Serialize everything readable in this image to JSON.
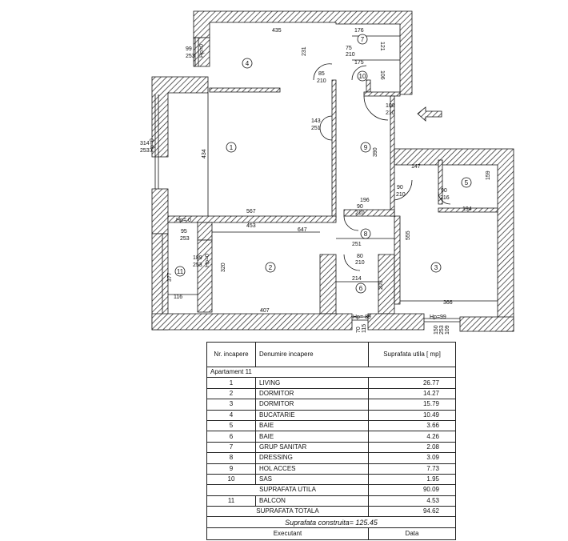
{
  "plan": {
    "rooms": [
      {
        "no": "1"
      },
      {
        "no": "2"
      },
      {
        "no": "3"
      },
      {
        "no": "4"
      },
      {
        "no": "5"
      },
      {
        "no": "6"
      },
      {
        "no": "7"
      },
      {
        "no": "8"
      },
      {
        "no": "9"
      },
      {
        "no": "10"
      },
      {
        "no": "11"
      }
    ],
    "dims": [
      {
        "t": "435"
      },
      {
        "t": "176"
      },
      {
        "t": "121"
      },
      {
        "t": "175"
      },
      {
        "t": "75"
      },
      {
        "t": "210"
      },
      {
        "t": "99"
      },
      {
        "t": "253"
      },
      {
        "t": "Hp=0"
      },
      {
        "t": "231"
      },
      {
        "t": "85"
      },
      {
        "t": "210"
      },
      {
        "t": "106"
      },
      {
        "t": "100"
      },
      {
        "t": "210"
      },
      {
        "t": "143"
      },
      {
        "t": "251"
      },
      {
        "t": "314"
      },
      {
        "t": "253"
      },
      {
        "t": "Hp=0"
      },
      {
        "t": "434"
      },
      {
        "t": "390"
      },
      {
        "t": "147"
      },
      {
        "t": "159"
      },
      {
        "t": "90"
      },
      {
        "t": "210"
      },
      {
        "t": "90"
      },
      {
        "t": "216"
      },
      {
        "t": "196"
      },
      {
        "t": "90"
      },
      {
        "t": "210"
      },
      {
        "t": "194"
      },
      {
        "t": "567"
      },
      {
        "t": "Hp= 0"
      },
      {
        "t": "453"
      },
      {
        "t": "647"
      },
      {
        "t": "95"
      },
      {
        "t": "253"
      },
      {
        "t": "251"
      },
      {
        "t": "189"
      },
      {
        "t": "253"
      },
      {
        "t": "Hp=0"
      },
      {
        "t": "555"
      },
      {
        "t": "80"
      },
      {
        "t": "210"
      },
      {
        "t": "377"
      },
      {
        "t": "320"
      },
      {
        "t": "214"
      },
      {
        "t": "203"
      },
      {
        "t": "116"
      },
      {
        "t": "366"
      },
      {
        "t": "407"
      },
      {
        "t": "Hp= 89"
      },
      {
        "t": "Hp=99"
      },
      {
        "t": "70"
      },
      {
        "t": "115"
      },
      {
        "t": "150"
      },
      {
        "t": "253"
      },
      {
        "t": "109"
      }
    ]
  },
  "table": {
    "header": {
      "nr": "Nr. incapere",
      "name": "Denumire incapere",
      "area": "Suprafata utila [ mp]"
    },
    "apartment": "Apartament 11",
    "rows": [
      {
        "nr": "1",
        "name": "LIVING",
        "area": "26.77"
      },
      {
        "nr": "2",
        "name": "DORMITOR",
        "area": "14.27"
      },
      {
        "nr": "3",
        "name": "DORMITOR",
        "area": "15.79"
      },
      {
        "nr": "4",
        "name": "BUCATARIE",
        "area": "10.49"
      },
      {
        "nr": "5",
        "name": "BAIE",
        "area": "3.66"
      },
      {
        "nr": "6",
        "name": "BAIE",
        "area": "4.26"
      },
      {
        "nr": "7",
        "name": "GRUP SANITAR",
        "area": "2.08"
      },
      {
        "nr": "8",
        "name": "DRESSING",
        "area": "3.09"
      },
      {
        "nr": "9",
        "name": "HOL ACCES",
        "area": "7.73"
      },
      {
        "nr": "10",
        "name": "SAS",
        "area": "1.95"
      }
    ],
    "useful_label": "SUPRAFATA UTILA",
    "useful_value": "90.09",
    "balcony": {
      "nr": "11",
      "name": "BALCON",
      "area": "4.53"
    },
    "total_label": "SUPRAFATA TOTALA",
    "total_value": "94.62",
    "built": "Suprafata construita= 125.45",
    "executant": "Executant",
    "date": "Data"
  }
}
